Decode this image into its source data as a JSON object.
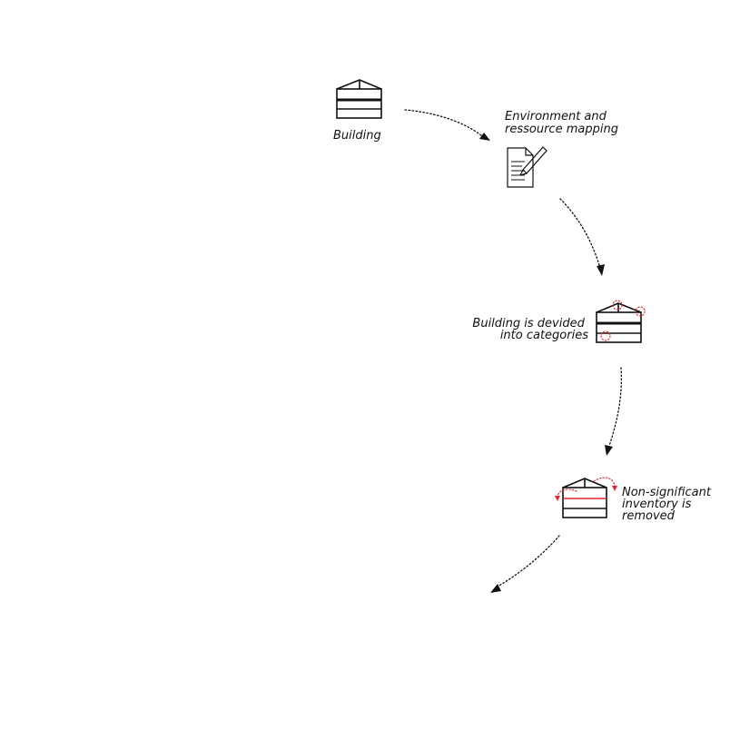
{
  "steps": [
    {
      "label_lines": [
        "Building"
      ],
      "icon": "building-icon"
    },
    {
      "label_lines": [
        "Environment and",
        "ressource mapping"
      ],
      "icon": "document-pen-icon"
    },
    {
      "label_lines": [
        "Building is devided",
        "into categories"
      ],
      "icon": "building-categories-icon"
    },
    {
      "label_lines": [
        "Non-significant",
        "inventory is",
        "removed"
      ],
      "icon": "building-removed-icon"
    }
  ],
  "colors": {
    "line": "#111111",
    "accent": "#e0262c",
    "background": "#ffffff"
  }
}
